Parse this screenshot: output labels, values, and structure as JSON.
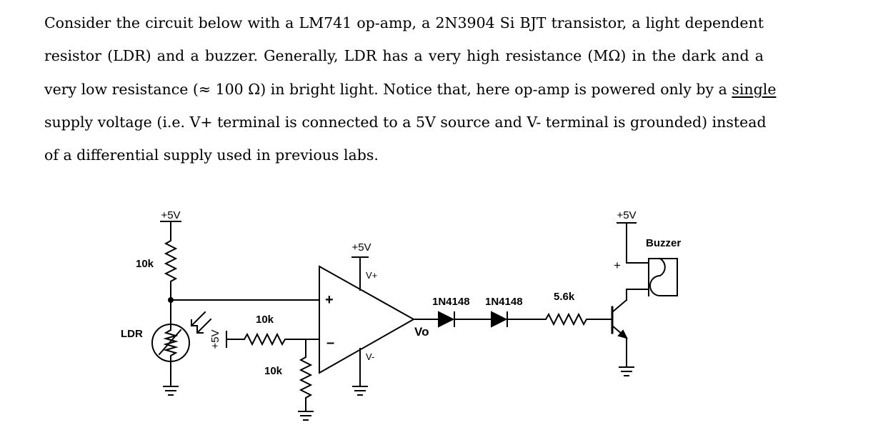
{
  "paragraph": {
    "l1": "Consider the circuit below with a LM741 op-amp, a 2N3904 Si BJT transistor, a light dependent",
    "l2": "resistor (LDR) and a buzzer. Generally, LDR has a very high resistance (MΩ) in the dark and a",
    "l3_before": "very low resistance (≈ 100 Ω) in bright light. Notice that, here op-amp is powered only by a ",
    "l3_underlined": "single",
    "l4": "supply voltage (i.e. V+ terminal is connected to a 5V source and V- terminal is grounded) instead",
    "l5": "of a differential supply used in previous labs."
  },
  "circuit": {
    "supply_left": "+5V",
    "supply_opamp": "+5V",
    "supply_divider": "+5V",
    "supply_right": "+5V",
    "r_top_left": "10k",
    "ldr_label": "LDR",
    "r_divider_series": "10k",
    "r_divider_shunt": "10k",
    "opamp_plus": "+",
    "opamp_minus": "–",
    "opamp_vplus": "V+",
    "opamp_vminus": "V-",
    "output_label": "Vo",
    "diode1": "1N4148",
    "diode2": "1N4148",
    "r_base": "5.6k",
    "buzzer_label": "Buzzer",
    "buzzer_plus": "+"
  }
}
